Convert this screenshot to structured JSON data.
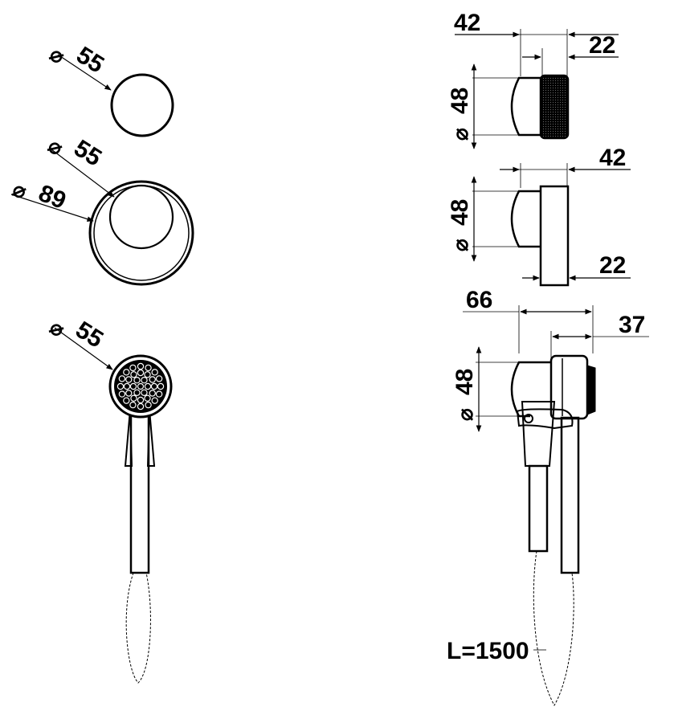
{
  "left_views": {
    "cap_top": {
      "diameter_symbol": "⌀",
      "diameter": "55"
    },
    "rosette": {
      "inner_symbol": "⌀",
      "inner_diameter": "55",
      "outer_symbol": "⌀",
      "outer_diameter": "89"
    },
    "hand_shower": {
      "diameter_symbol": "⌀",
      "diameter": "55"
    }
  },
  "right_views": {
    "cap_side": {
      "depth_total": "42",
      "depth_body": "22",
      "diameter_symbol": "⌀",
      "diameter": "48"
    },
    "rosette_side": {
      "depth_total": "42",
      "plate_thickness": "22",
      "diameter_symbol": "⌀",
      "diameter": "48"
    },
    "holder_side": {
      "depth_total": "66",
      "depth_head": "37",
      "diameter_symbol": "⌀",
      "diameter": "48"
    },
    "hose_length": "L=1500"
  }
}
